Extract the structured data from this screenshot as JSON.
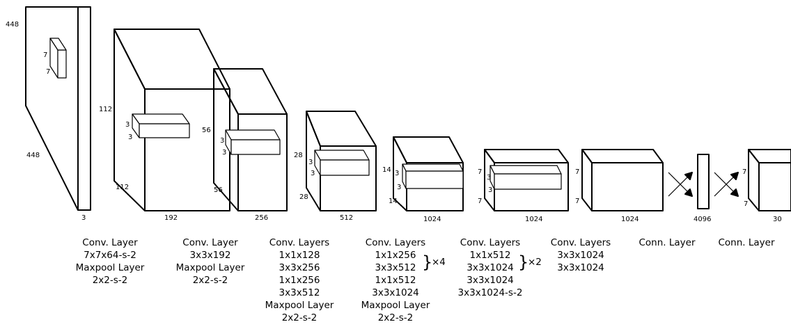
{
  "blocks": [
    {
      "id": "input",
      "front_top": "448",
      "side_bottom": "448",
      "depth_label": "3",
      "kernel": [
        "7",
        "7"
      ]
    },
    {
      "id": "conv1",
      "top_left": "112",
      "bottom_left": "112",
      "depth_label": "192",
      "kernel": [
        "3",
        "3"
      ],
      "caption": [
        "Conv. Layer",
        "7x7x64-s-2",
        "Maxpool Layer",
        "2x2-s-2"
      ]
    },
    {
      "id": "conv2",
      "top_left": "56",
      "bottom_left": "56",
      "depth_label": "256",
      "kernel": [
        "3",
        "3"
      ],
      "caption": [
        "Conv. Layer",
        "3x3x192",
        "Maxpool Layer",
        "2x2-s-2"
      ]
    },
    {
      "id": "conv3",
      "top_left": "28",
      "bottom_left": "28",
      "depth_label": "512",
      "kernel": [
        "3",
        "3"
      ],
      "caption": [
        "Conv. Layers",
        "1x1x128",
        "3x3x256",
        "1x1x256",
        "3x3x512",
        "Maxpool Layer",
        "2x2-s-2"
      ]
    },
    {
      "id": "conv4",
      "top_left": "14",
      "bottom_left": "14",
      "depth_label": "1024",
      "kernel": [
        "3",
        "3"
      ],
      "caption": [
        "Conv. Layers",
        "1x1x256",
        "3x3x512",
        "1x1x512",
        "3x3x1024",
        "Maxpool Layer",
        "2x2-s-2"
      ],
      "repeat": "×4"
    },
    {
      "id": "conv5",
      "top_left": "7",
      "bottom_left": "7",
      "depth_label": "1024",
      "kernel": [
        "3",
        "3"
      ],
      "caption": [
        "Conv. Layers",
        "1x1x512",
        "3x3x1024",
        "3x3x1024",
        "3x3x1024-s-2"
      ],
      "repeat": "×2"
    },
    {
      "id": "conv6",
      "top_left": "7",
      "bottom_left": "7",
      "depth_label": "1024",
      "caption": [
        "Conv. Layers",
        "3x3x1024",
        "3x3x1024"
      ]
    },
    {
      "id": "fc1",
      "depth_label": "4096",
      "caption": [
        "Conn. Layer"
      ]
    },
    {
      "id": "fc2",
      "top_left": "7",
      "bottom_left": "7",
      "depth_label": "30",
      "caption": [
        "Conn. Layer"
      ]
    }
  ]
}
